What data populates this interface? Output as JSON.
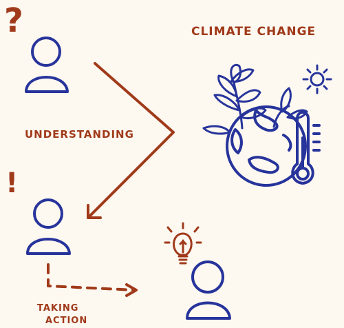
{
  "colors": {
    "background": "#fdf8f0",
    "ink_blue": "#27349b",
    "ink_red": "#a03a1a"
  },
  "labels": {
    "title": "CLIMATE CHANGE",
    "understanding": "UNDERSTANDING",
    "taking_line1": "TAKING",
    "taking_line2": "ACTION"
  },
  "marks": {
    "question": "?",
    "exclamation": "!"
  },
  "icons": [
    "person-icon",
    "earth-icon",
    "plant-icon",
    "thermometer-icon",
    "sun-icon",
    "lightbulb-icon",
    "arrow-icon"
  ]
}
